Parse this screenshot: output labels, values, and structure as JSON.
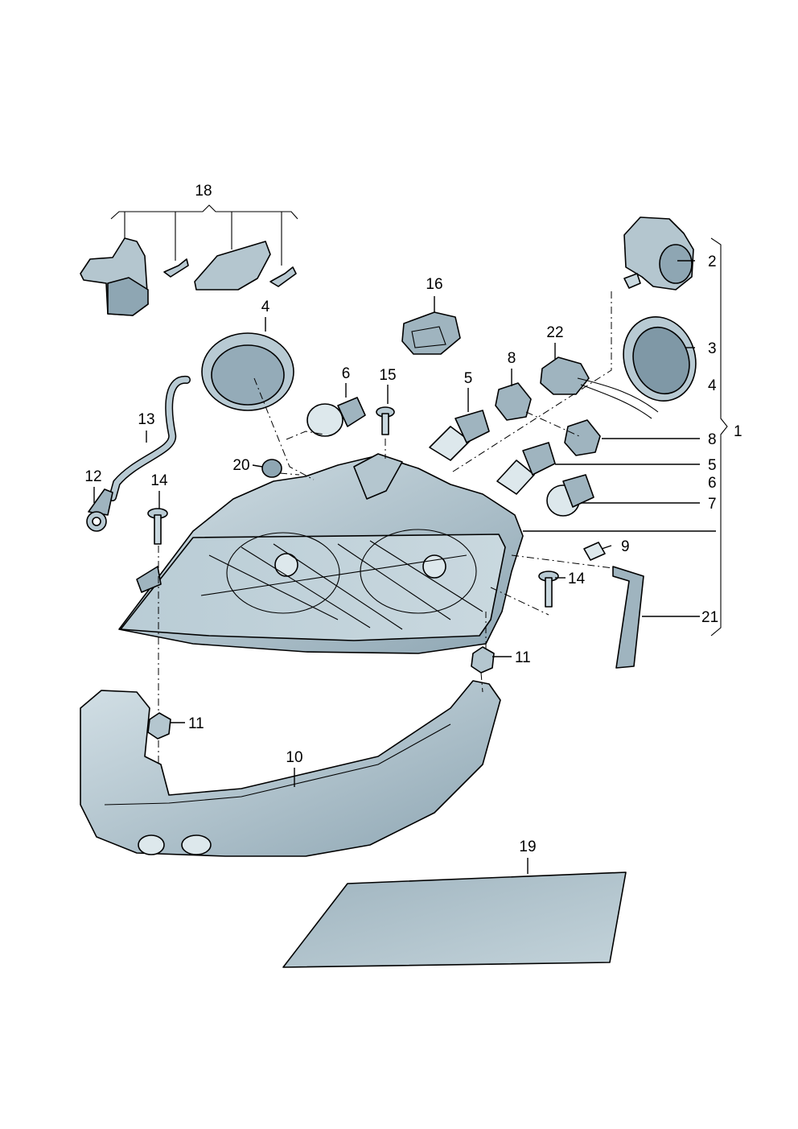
{
  "colors": {
    "part_fill": "#a8bcc6",
    "part_light": "#c9d8df",
    "part_dark": "#7f98a6",
    "line": "#000000",
    "background": "#ffffff"
  },
  "labels": {
    "p1": "1",
    "p2": "2",
    "p3": "3",
    "p4a": "4",
    "p4b": "4",
    "p5a": "5",
    "p5b": "5",
    "p6a": "6",
    "p6b": "6",
    "p7": "7",
    "p8a": "8",
    "p8b": "8",
    "p9": "9",
    "p10": "10",
    "p11a": "11",
    "p11b": "11",
    "p12": "12",
    "p13": "13",
    "p14a": "14",
    "p14b": "14",
    "p15": "15",
    "p16": "16",
    "p18": "18",
    "p19": "19",
    "p20": "20",
    "p21": "21",
    "p22": "22"
  }
}
